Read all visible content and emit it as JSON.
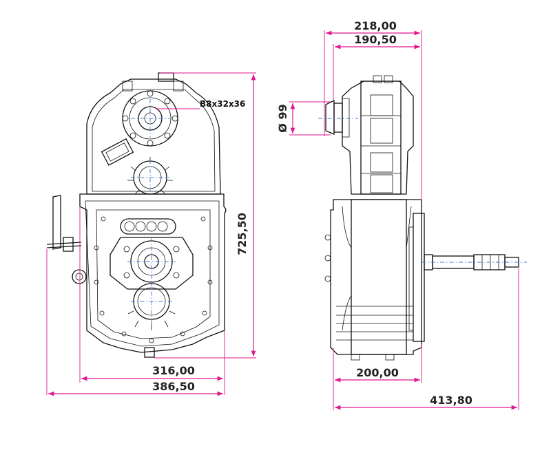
{
  "colors": {
    "dimension": "#e0168f",
    "outline": "#111111",
    "centerline": "#3a7fd8",
    "text": "#222222"
  },
  "front_view": {
    "callout": "B8x32x36",
    "dim_width_inner": "316,00",
    "dim_width_outer": "386,50",
    "dim_height": "725,50"
  },
  "side_view": {
    "dim_top_outer": "218,00",
    "dim_top_inner": "190,50",
    "dim_flange": "Ø 99",
    "dim_bottom_inner": "200,00",
    "dim_bottom_outer": "413,80"
  }
}
